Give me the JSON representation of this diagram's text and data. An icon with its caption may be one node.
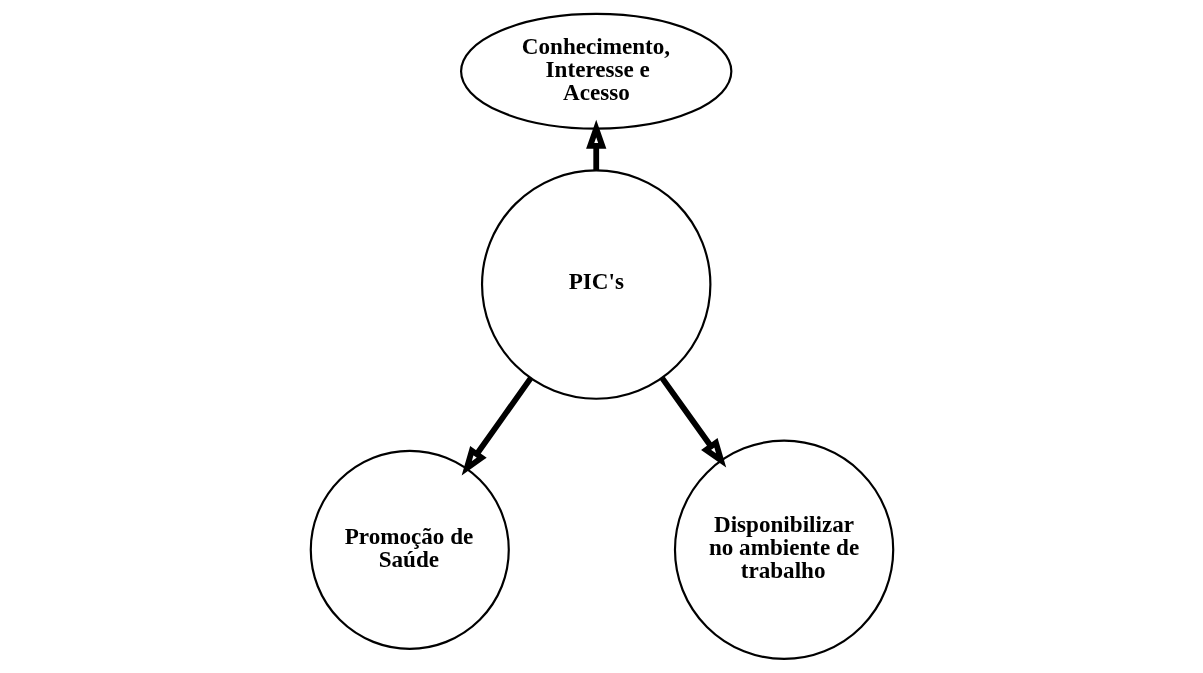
{
  "diagram": {
    "nodes": [
      {
        "text": [
          "PIC's"
        ]
      },
      {
        "text": [
          "Conhecimento, Interesse e Acesso"
        ]
      },
      {
        "text": [
          "Promoção de Saúde"
        ]
      },
      {
        "text": [
          "Disponibilizar no ambiente de trabalho"
        ]
      }
    ],
    "edges": [
      {
        "from": 0,
        "to": 1,
        "arrow": "to"
      },
      {
        "from": 0,
        "to": 2,
        "arrow": "to"
      },
      {
        "from": 0,
        "to": 3,
        "arrow": "to"
      }
    ]
  }
}
